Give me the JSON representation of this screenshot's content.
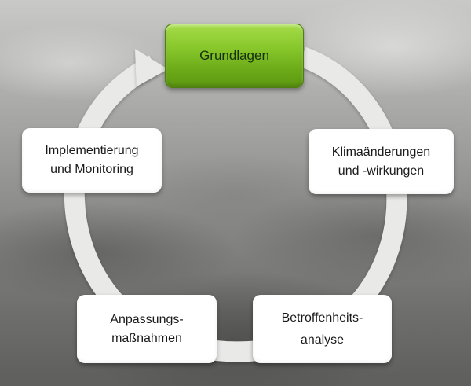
{
  "diagram": {
    "nodes": [
      {
        "id": "grundlagen",
        "lines": [
          "Grundlagen"
        ]
      },
      {
        "id": "klima",
        "lines": [
          "Klimaänderungen",
          "und -wirkungen"
        ]
      },
      {
        "id": "betroffenheit",
        "lines": [
          "Betroffenheits-",
          "analyse"
        ]
      },
      {
        "id": "anpassung",
        "lines": [
          "Anpassungs-",
          "maßnahmen"
        ]
      },
      {
        "id": "implementierung",
        "lines": [
          "Implementierung",
          "und Monitoring"
        ]
      }
    ],
    "colors": {
      "accent_box": "#7ab822",
      "box": "#ffffff",
      "ring": "#e8e8e8"
    }
  }
}
